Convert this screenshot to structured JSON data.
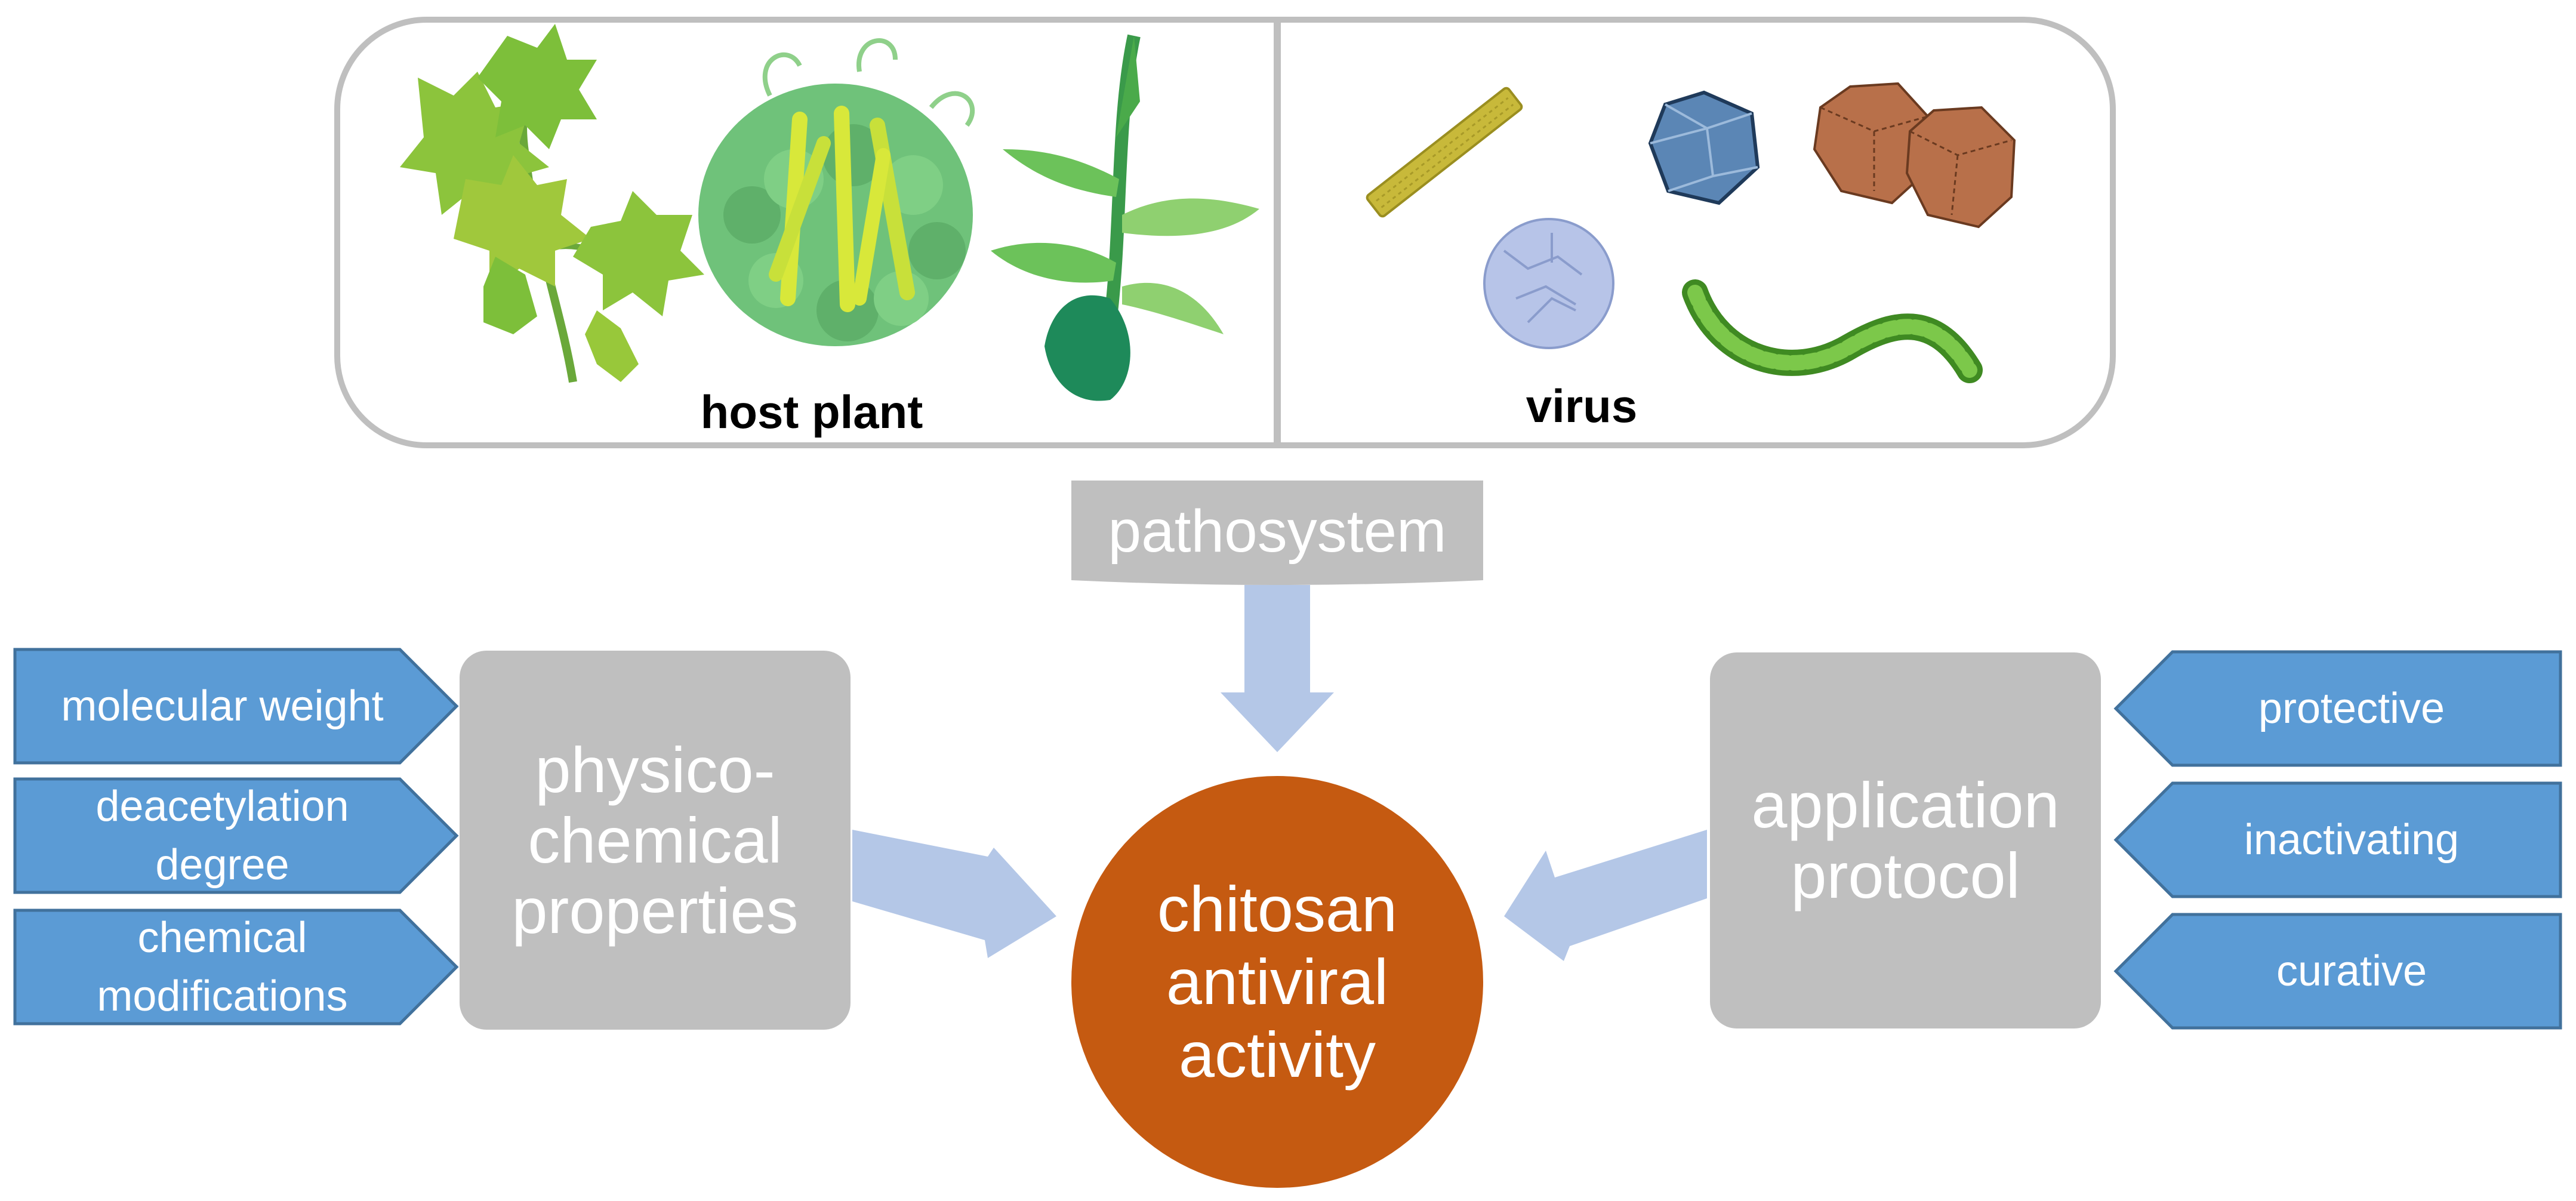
{
  "panels": {
    "host_plant_label": "host plant",
    "virus_label": "virus"
  },
  "pathosystem": "pathosystem",
  "left_box": "physico-\nchemical\nproperties",
  "right_box": "application\nprotocol",
  "center": "chitosan\nantiviral\nactivity",
  "left_factors": [
    "molecular weight",
    "deacetylation\ndegree",
    "chemical\nmodifications"
  ],
  "right_factors": [
    "protective",
    "inactivating",
    "curative"
  ],
  "colors": {
    "gray_box": "#bfbfbf",
    "blue_tag": "#5b9bd5",
    "blue_tag_border": "#41719c",
    "arrow": "#b4c7e7",
    "center_fill": "#c55a11",
    "panel_border": "#bfbfbf",
    "leaf_green": "#7dbf3a",
    "pea_green": "#5fbf6e",
    "rod_virus": "#c8b93a",
    "blue_virus": "#5b86b5",
    "brown_virus": "#b8704a",
    "light_virus": "#b7c4e8",
    "chain_virus": "#5aa832"
  },
  "icons": [
    "tomato-plant-icon",
    "pea-plant-icon",
    "maize-plant-icon",
    "rod-virus-icon",
    "icosahedral-virus-icon",
    "twin-icosahedral-virus-icon",
    "spherical-virus-icon",
    "filamentous-virus-icon"
  ]
}
